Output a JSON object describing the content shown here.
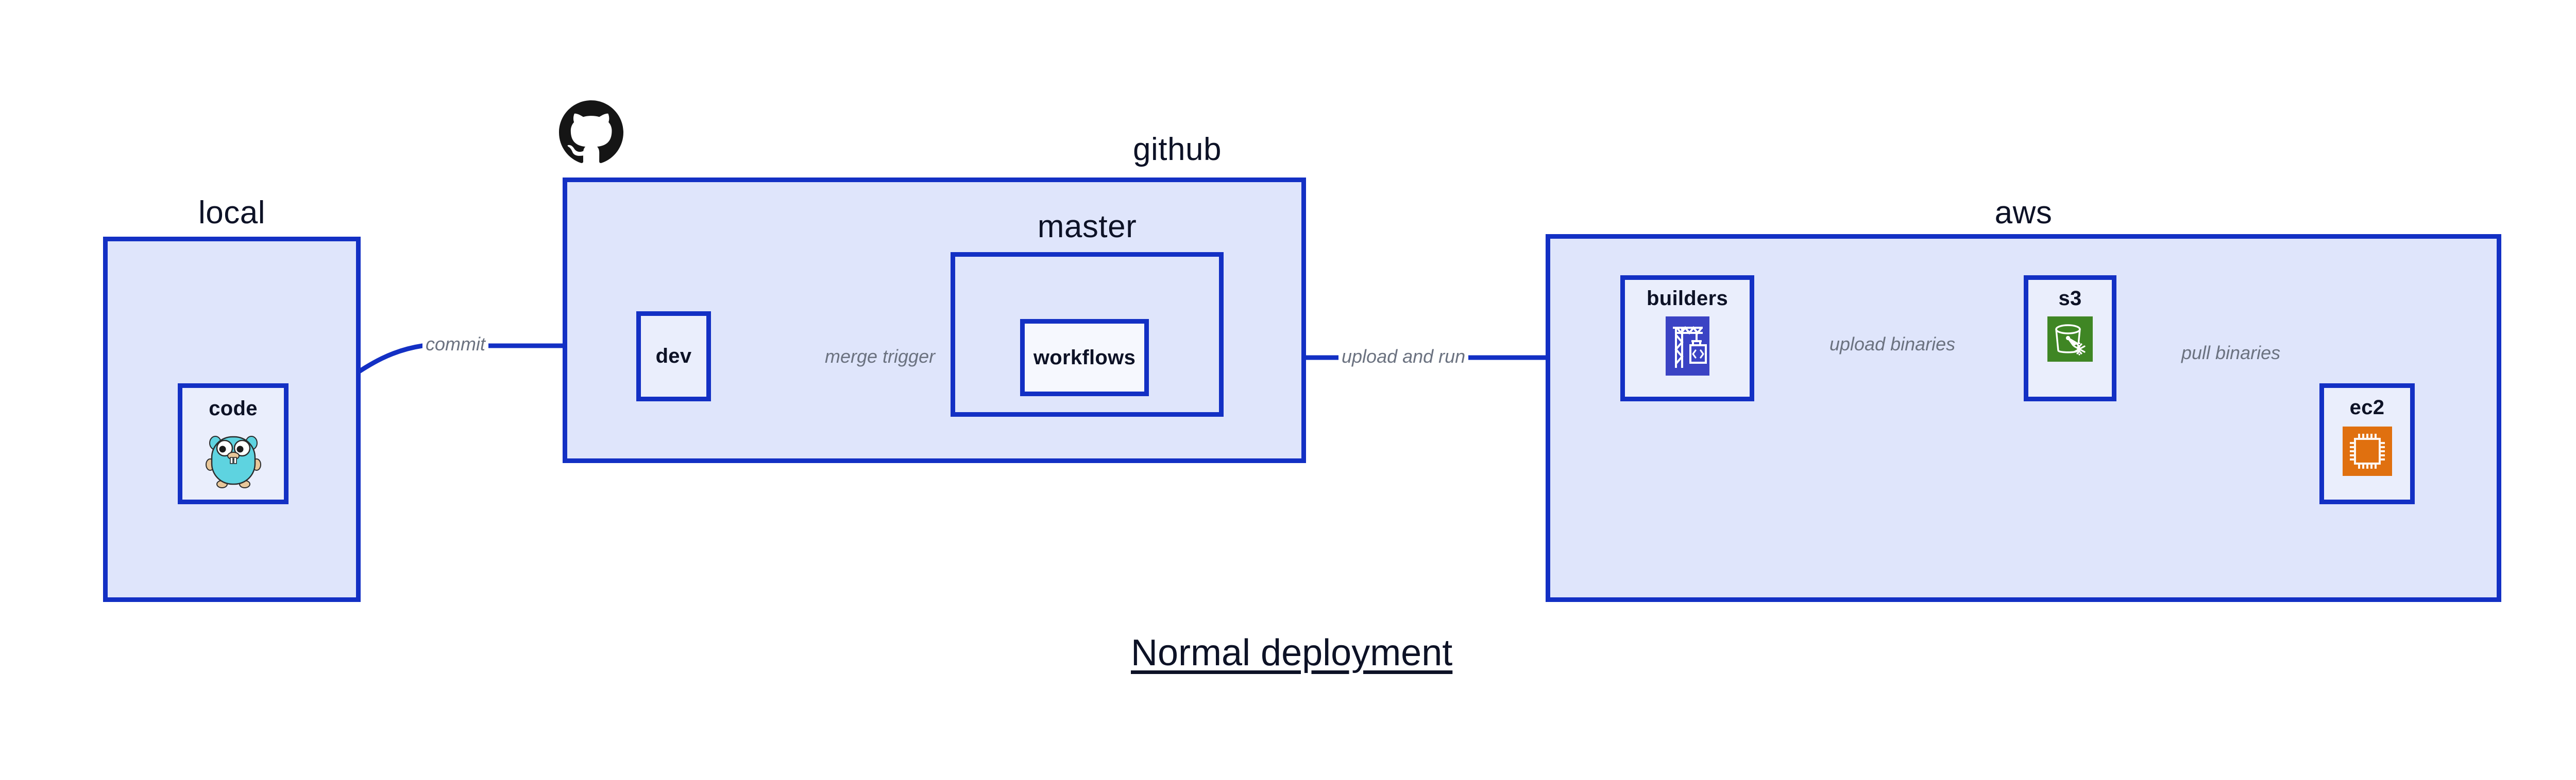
{
  "diagram": {
    "title": "Normal deployment",
    "background": "#ffffff",
    "accent_color": "#1330c4",
    "cluster_fill": "#dfe5fb",
    "node_fill": "#eaeefc",
    "label_color": "#6b7280",
    "text_color": "#0d1226"
  },
  "clusters": [
    {
      "id": "local",
      "label": "local"
    },
    {
      "id": "github",
      "label": "github"
    },
    {
      "id": "master",
      "label": "master"
    },
    {
      "id": "aws",
      "label": "aws"
    }
  ],
  "nodes": [
    {
      "id": "code",
      "label": "code",
      "icon": "go-gopher-icon",
      "icon_color": "#5ed3e0"
    },
    {
      "id": "dev",
      "label": "dev",
      "icon": "none",
      "icon_color": ""
    },
    {
      "id": "workflows",
      "label": "workflows",
      "icon": "none",
      "icon_color": ""
    },
    {
      "id": "builders",
      "label": "builders",
      "icon": "aws-codebuild-icon",
      "icon_color": "#3b43c4"
    },
    {
      "id": "s3",
      "label": "s3",
      "icon": "aws-s3-glacier-icon",
      "icon_color": "#3f8624"
    },
    {
      "id": "ec2",
      "label": "ec2",
      "icon": "aws-ec2-chip-icon",
      "icon_color": "#e0700f"
    }
  ],
  "edges": [
    {
      "id": "commit",
      "label": "commit",
      "from": "code",
      "to": "dev"
    },
    {
      "id": "merge-trigger",
      "label": "merge trigger",
      "from": "dev",
      "to": "workflows"
    },
    {
      "id": "upload-and-run",
      "label": "upload and run",
      "from": "workflows",
      "to": "builders"
    },
    {
      "id": "upload-binaries",
      "label": "upload binaries",
      "from": "builders",
      "to": "s3"
    },
    {
      "id": "pull-binaries",
      "label": "pull binaries",
      "from": "s3",
      "to": "ec2"
    }
  ],
  "logos": [
    {
      "id": "github-logo",
      "name": "github-octocat-logo",
      "color": "#151515"
    }
  ]
}
